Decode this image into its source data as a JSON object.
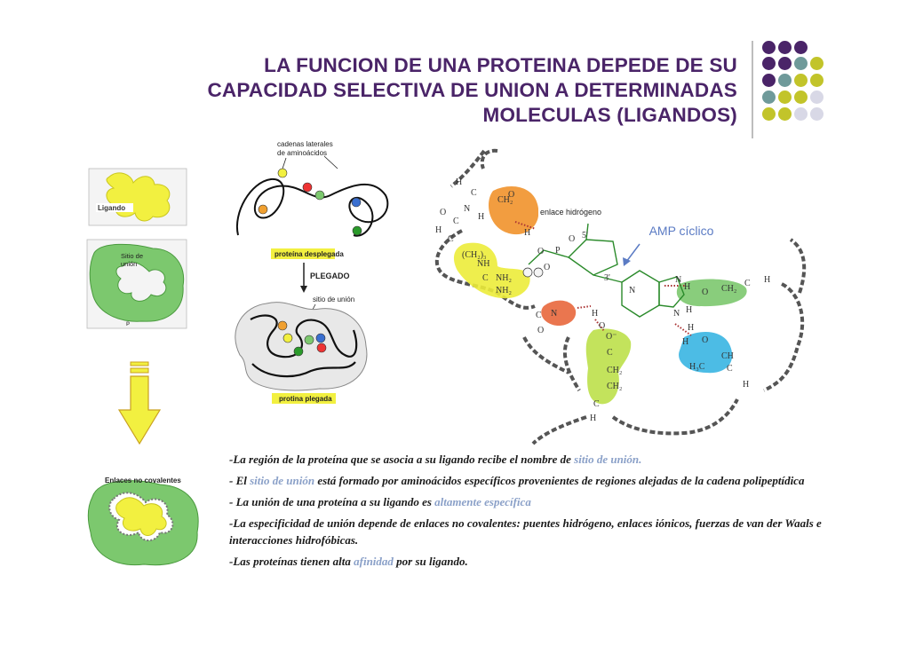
{
  "title": {
    "line1": "LA FUNCION DE UNA PROTEINA DEPEDE DE SU",
    "line2": "CAPACIDAD SELECTIVA DE UNION A DETERMINADAS",
    "line3": "MOLECULAS (LIGANDOS)"
  },
  "colors": {
    "title": "#4a2468",
    "purple": "#4a2468",
    "teal": "#6f9a9a",
    "olive": "#c2c42a",
    "lavender": "#d8d8e6",
    "link": "#8aa0c8"
  },
  "left_panel": {
    "ligando": "Ligando",
    "sitio_de": "Sitio de",
    "union": "unión",
    "enlaces_no_covalentes": "Enlaces no covalentes",
    "credit": "P"
  },
  "folding": {
    "cadenas_line1": "cadenas laterales",
    "cadenas_line2": "de aminoácidos",
    "proteina_desplegada": "proteína desplegada",
    "plegado": "PLEGADO",
    "sitio_de_union": "sitio de unión",
    "proteina_plegada": "protina plegada"
  },
  "molecule": {
    "enlace_hidrogeno": "enlace hidrógeno",
    "amp_ciclico": "AMP cíclico"
  },
  "bullets": {
    "b1_text": "-La región de la proteína que se asocia a su ligando recibe el nombre de ",
    "b1_hl": "sitio de unión.",
    "b2_pre": "- El ",
    "b2_hl": "sitio de unión",
    "b2_post": " está formado por aminoácidos específicos provenientes de regiones alejadas de la cadena polipeptídica",
    "b3_pre": "- La unión de una proteína a su ligando es ",
    "b3_hl": "altamente específica",
    "b4_text": "-La especificidad de unión depende de enlaces no covalentes: puentes hidrógeno, enlaces iónicos, fuerzas de van der Waals e interacciones hidrofóbicas.",
    "b5_pre": "-Las proteínas tienen alta ",
    "b5_hl": "afinidad",
    "b5_post": " por su ligando."
  }
}
